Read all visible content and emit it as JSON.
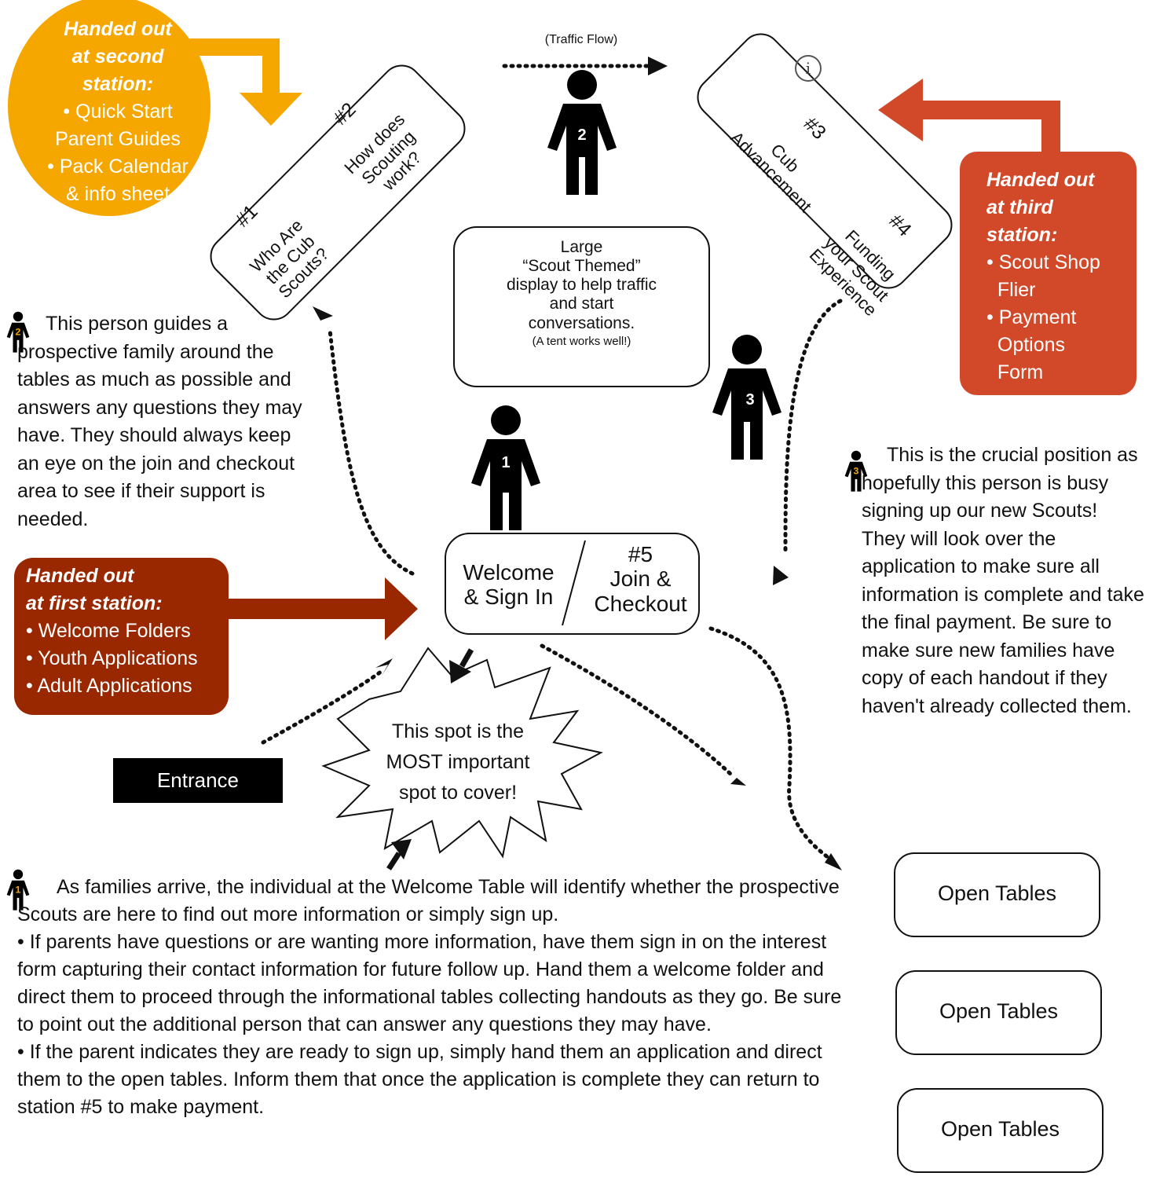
{
  "traffic_flow": "(Traffic Flow)",
  "tables": {
    "t1": {
      "number": "#1",
      "title": "Who Are\nthe Cub\nScouts?"
    },
    "t2": {
      "number": "#2",
      "title": "How does\nScouting\nwork?"
    },
    "t3": {
      "number": "#3",
      "title": "Cub\nAdvancement"
    },
    "t4": {
      "number": "#4",
      "title": "Funding\nyour Scout\nExperience"
    },
    "info_icon": "i"
  },
  "display_box": {
    "line1": "Large",
    "line2": "“Scout Themed”",
    "line3": "display to help traffic",
    "line4": "and start",
    "line5": "conversations.",
    "small": "(A tent works well!)"
  },
  "welcome_table": {
    "left": "Welcome\n& Sign In",
    "number": "#5",
    "right": "Join &\nCheckout"
  },
  "people": {
    "p1": "1",
    "p2": "2",
    "p3": "3"
  },
  "entrance": "Entrance",
  "burst": "This spot is the\nMOST important\nspot to cover!",
  "open_tables": [
    "Open Tables",
    "Open Tables",
    "Open Tables"
  ],
  "handouts": {
    "second": {
      "heading": [
        "Handed out",
        "at second",
        "station:"
      ],
      "items": [
        "• Quick Start",
        "Parent Guides",
        "• Pack Calendar",
        "& info sheet"
      ],
      "color": "#f5a700"
    },
    "third": {
      "heading": [
        "Handed out",
        "at third",
        "station:"
      ],
      "items": [
        "• Scout Shop",
        "  Flier",
        "• Payment",
        "  Options",
        "  Form"
      ],
      "color": "#d2492a"
    },
    "first": {
      "heading": [
        "Handed out",
        "at first station:"
      ],
      "items": [
        "• Welcome Folders",
        "• Youth Applications",
        "• Adult Applications"
      ],
      "color": "#992700"
    }
  },
  "notes": {
    "person2": "This person guides a prospective family around the tables as much as possible and answers any questions they may have.  They should always keep an eye on the join and checkout area to see if their support is needed.",
    "person3": "This is the crucial position as hopefully this person is busy signing up our new Scouts! They will look over the application to make sure all information is complete and take the final payment. Be sure to make sure new families have copy of each handout if they haven't already collected them.",
    "person1_intro": "As families arrive, the individual at the Welcome Table will identify whether the prospective Scouts are here to find out more information or simply sign up.",
    "person1_bullet1": "•  If parents have questions or are wanting more information, have them sign in on the interest form capturing their contact information for future follow up. Hand them a welcome folder and direct them to proceed through the informational tables collecting handouts as they go.  Be sure to point out the additional person that can answer any questions they may have.",
    "person1_bullet2": "•   If the parent indicates they are ready to sign up, simply hand them an application and direct them to the open tables.  Inform them that once the application is complete they can return to station #5 to make payment."
  }
}
